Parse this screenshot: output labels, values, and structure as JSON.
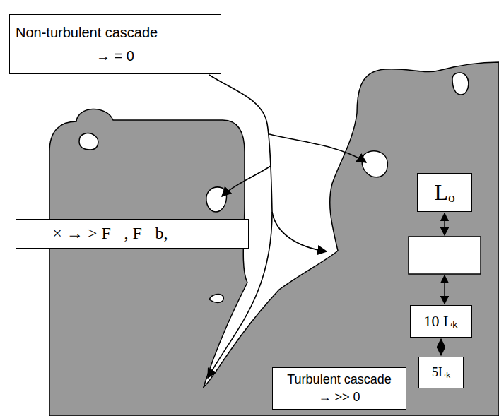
{
  "diagram": {
    "nodes": [
      {
        "text": [
          "Non-turbulent cascade",
          "→ = 0"
        ]
      },
      {
        "text": [
          "Lₒ"
        ]
      },
      {
        "text": [
          "∇⃗ × → > F⃗, F⃗b,"
        ]
      },
      {
        "text": [
          "10 Lₖ"
        ]
      },
      {
        "text": [
          "5Lₖ"
        ]
      },
      {
        "text": [
          "Turbulent cascade",
          "→ >> 0"
        ]
      }
    ],
    "edges": [
      {
        "from": 3,
        "to": 4,
        "arrow": "both"
      }
    ]
  }
}
